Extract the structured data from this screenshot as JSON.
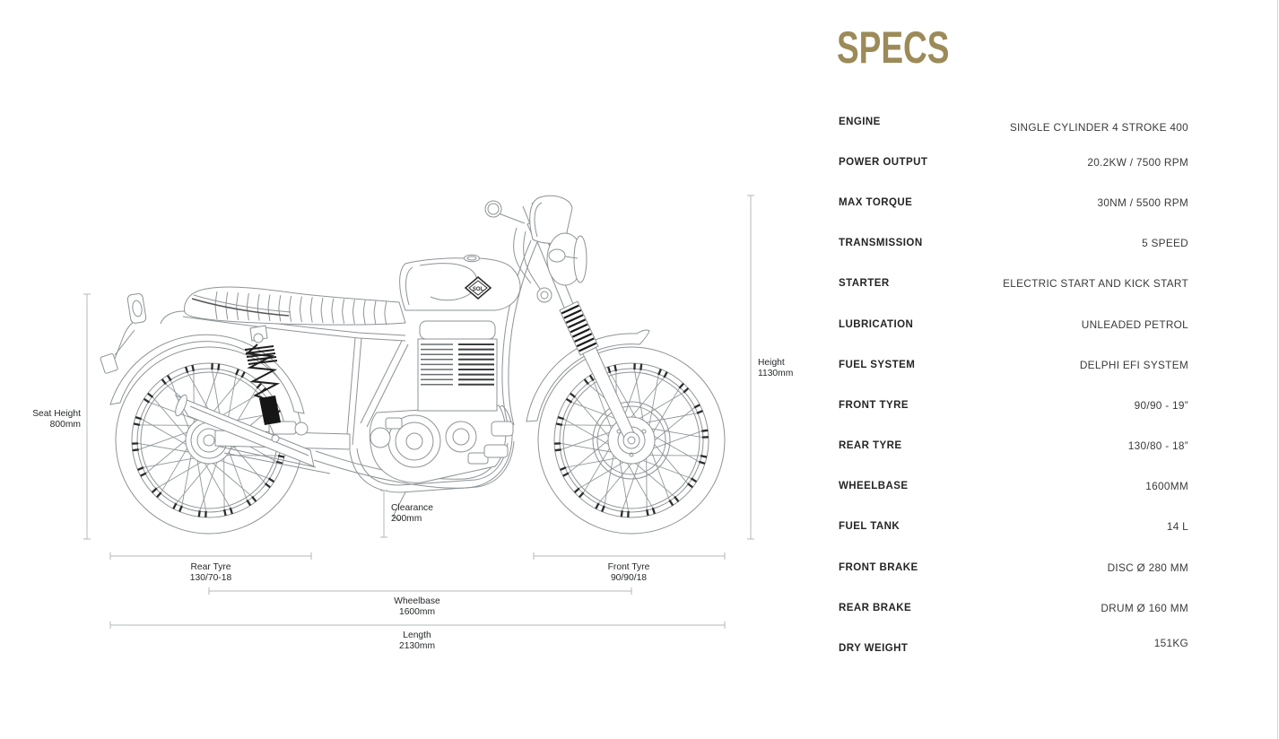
{
  "title": "SPECS",
  "accent_color": "#9C8B59",
  "specs": [
    {
      "label": "ENGINE",
      "value": "SINGLE CYLINDER 4 STROKE 400"
    },
    {
      "label": "POWER OUTPUT",
      "value": "20.2KW / 7500 RPM"
    },
    {
      "label": "MAX TORQUE",
      "value": "30NM / 5500 RPM"
    },
    {
      "label": "TRANSMISSION",
      "value": "5 SPEED"
    },
    {
      "label": "STARTER",
      "value": "ELECTRIC START AND KICK START"
    },
    {
      "label": "LUBRICATION",
      "value": "UNLEADED PETROL"
    },
    {
      "label": "FUEL SYSTEM",
      "value": "DELPHI EFI SYSTEM"
    },
    {
      "label": "FRONT TYRE",
      "value": "90/90 - 19”"
    },
    {
      "label": "REAR TYRE",
      "value": "130/80 - 18”"
    },
    {
      "label": "WHEELBASE",
      "value": "1600MM"
    },
    {
      "label": "FUEL TANK",
      "value": "14 L"
    },
    {
      "label": "FRONT BRAKE",
      "value": "DISC Ø 280 MM"
    },
    {
      "label": "REAR BRAKE",
      "value": "DRUM Ø 160 MM"
    },
    {
      "label": "DRY WEIGHT",
      "value": "151KG"
    }
  ],
  "diagram": {
    "badge_text": "SOL",
    "dimensions": {
      "seat_height": {
        "line1": "Seat Height",
        "line2": "800mm"
      },
      "height": {
        "line1": "Height",
        "line2": "1130mm"
      },
      "clearance": {
        "line1": "Clearance",
        "line2": "200mm"
      },
      "rear_tyre": {
        "line1": "Rear Tyre",
        "line2": "130/70-18"
      },
      "front_tyre": {
        "line1": "Front Tyre",
        "line2": "90/90/18"
      },
      "wheelbase": {
        "line1": "Wheelbase",
        "line2": "1600mm"
      },
      "length": {
        "line1": "Length",
        "line2": "2130mm"
      }
    }
  }
}
